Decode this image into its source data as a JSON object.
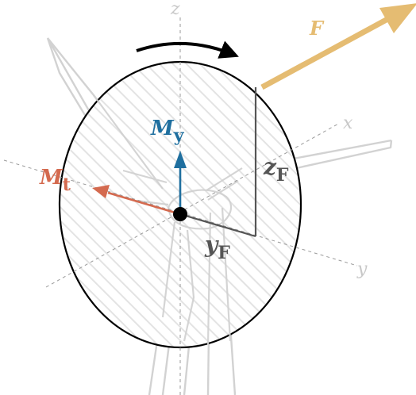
{
  "axes": {
    "z_label": "z",
    "x_label": "x",
    "y_label": "y"
  },
  "force": {
    "symbol": "F",
    "color": "#e5bc72"
  },
  "moments": {
    "my_symbol": "M",
    "my_subscript": "y",
    "my_color": "#1f6f9f",
    "mt_symbol": "M",
    "mt_subscript": "t",
    "mt_color": "#d46a4f"
  },
  "offsets": {
    "zf_symbol": "z",
    "zf_subscript": "F",
    "yf_symbol": "y",
    "yf_subscript": "F",
    "color": "#555555"
  }
}
